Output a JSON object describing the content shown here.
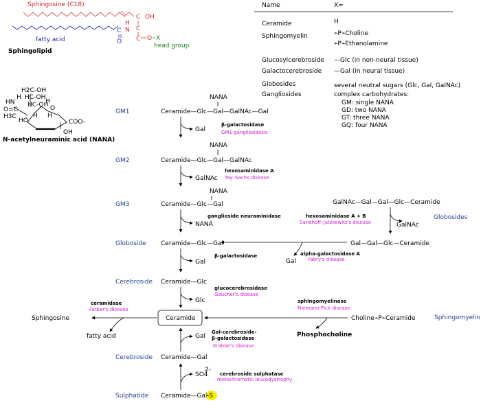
{
  "sphingolipid": {
    "sphingosine_label": "Sphingosine (C18)",
    "fatty_acid_label": "fatty acid",
    "head_group_label": "head group",
    "title": "Sphingolipid",
    "oh": "OH",
    "h": "H",
    "n": "N",
    "c": "C",
    "o": "O",
    "x": "X"
  },
  "table": {
    "col_name": "Name",
    "col_x": "X=",
    "rows": [
      {
        "name": "Ceramide",
        "x": "H"
      },
      {
        "name": "Sphingomyelin",
        "x": "⌁P⌁Choline"
      },
      {
        "name": "",
        "x": "⌁P⌁Ethanolamine"
      },
      {
        "name": "Glucosylcerebroside",
        "x": "—Glc     (in non-neural tissue)"
      },
      {
        "name": "Galactocerebroside",
        "x": "—Gal     (in neural tissue)"
      },
      {
        "name": "Globosides",
        "x": "several neutral sugars (Glc, Gal, GalNAc)"
      },
      {
        "name": "Gangliosides",
        "x": "complex carbohydrates:"
      }
    ],
    "ganglio_notes": [
      "GM: single NANA",
      "GD: two NANA",
      "GT: three NANA",
      "GQ: four NANA"
    ]
  },
  "nana": {
    "title": "N-acetylneuraminic acid (NANA)",
    "atoms": [
      "H2C-OH",
      "HC-OH",
      "HC-OH",
      "HN",
      "H",
      "O=C",
      "H3C",
      "HO",
      "H",
      "H",
      "H",
      "O",
      "COO-",
      "OH"
    ]
  },
  "pathway": {
    "rows": [
      {
        "label": "GM1",
        "formula": "Ceramide—Glc—Gal—GalNAc—Gal",
        "branch": "NANA"
      },
      {
        "label": "GM2",
        "formula": "Ceramide—Glc—Gal—GalNAc",
        "branch": "NANA"
      },
      {
        "label": "GM3",
        "formula": "Ceramide—Glc—Gal",
        "branch": "NANA"
      },
      {
        "label": "Globoside",
        "formula": "Ceramide—Glc—Gal"
      },
      {
        "label": "Cerebroside",
        "formula": "Ceramide—Glc"
      },
      {
        "label": "Cerebroside",
        "formula": "Ceramide—Gal"
      },
      {
        "label": "Sulphatide",
        "formula": "Ceramide—Gal",
        "tail": "⌁S"
      }
    ],
    "steps": [
      {
        "product": "Gal",
        "enzyme": "β-galactosidase",
        "disease": "GM1 gangliosidosis"
      },
      {
        "product": "GalNAc",
        "enzyme": "hexosaminidase A",
        "disease": "Tay–Sachs disease"
      },
      {
        "product": "NANA",
        "enzyme": "ganglioside neuraminidase",
        "disease": ""
      },
      {
        "product": "Gal",
        "enzyme": "β-galactosidase",
        "disease": ""
      },
      {
        "product": "Glc",
        "enzyme": "glucocerebrosidase",
        "disease": "Gaucher's disease"
      },
      {
        "product": "Gal",
        "enzyme": "Gal-cerebroside-",
        "enzyme2": "β-galactosidase",
        "disease": "Krabbe's disease"
      },
      {
        "product": "SO4",
        "superscript": "2-",
        "enzyme": "cerebroside sulphatase",
        "disease": "metachromatic leucodystrophy"
      }
    ],
    "globoside_branch": {
      "top_formula": "GalNAc—Gal—Gal—Glc—Ceramide",
      "label": "Globosides",
      "enzyme1": "hexosaminidase A + B",
      "disease1": "Sandhoff–Jatzkewitz's disease",
      "product1": "GalNAc",
      "mid_formula": "Gal—Gal—Glc—Ceramide",
      "enzyme2": "alpha-galactosidase A",
      "disease2": "Fabry's disease",
      "product2": "Gal"
    },
    "ceramide": {
      "box": "Ceramide",
      "sphingosine": "Sphingosine",
      "fatty_acid": "fatty acid",
      "ceramidase": "ceramidase",
      "farber": "Farber's disease"
    },
    "sphingomyelin": {
      "formula": "Choline⌁P⌁Ceramide",
      "label": "Sphingomyelin",
      "enzyme": "sphingomyelinase",
      "disease": "Niemann-Pick disease",
      "product": "Phosphocholine"
    }
  }
}
